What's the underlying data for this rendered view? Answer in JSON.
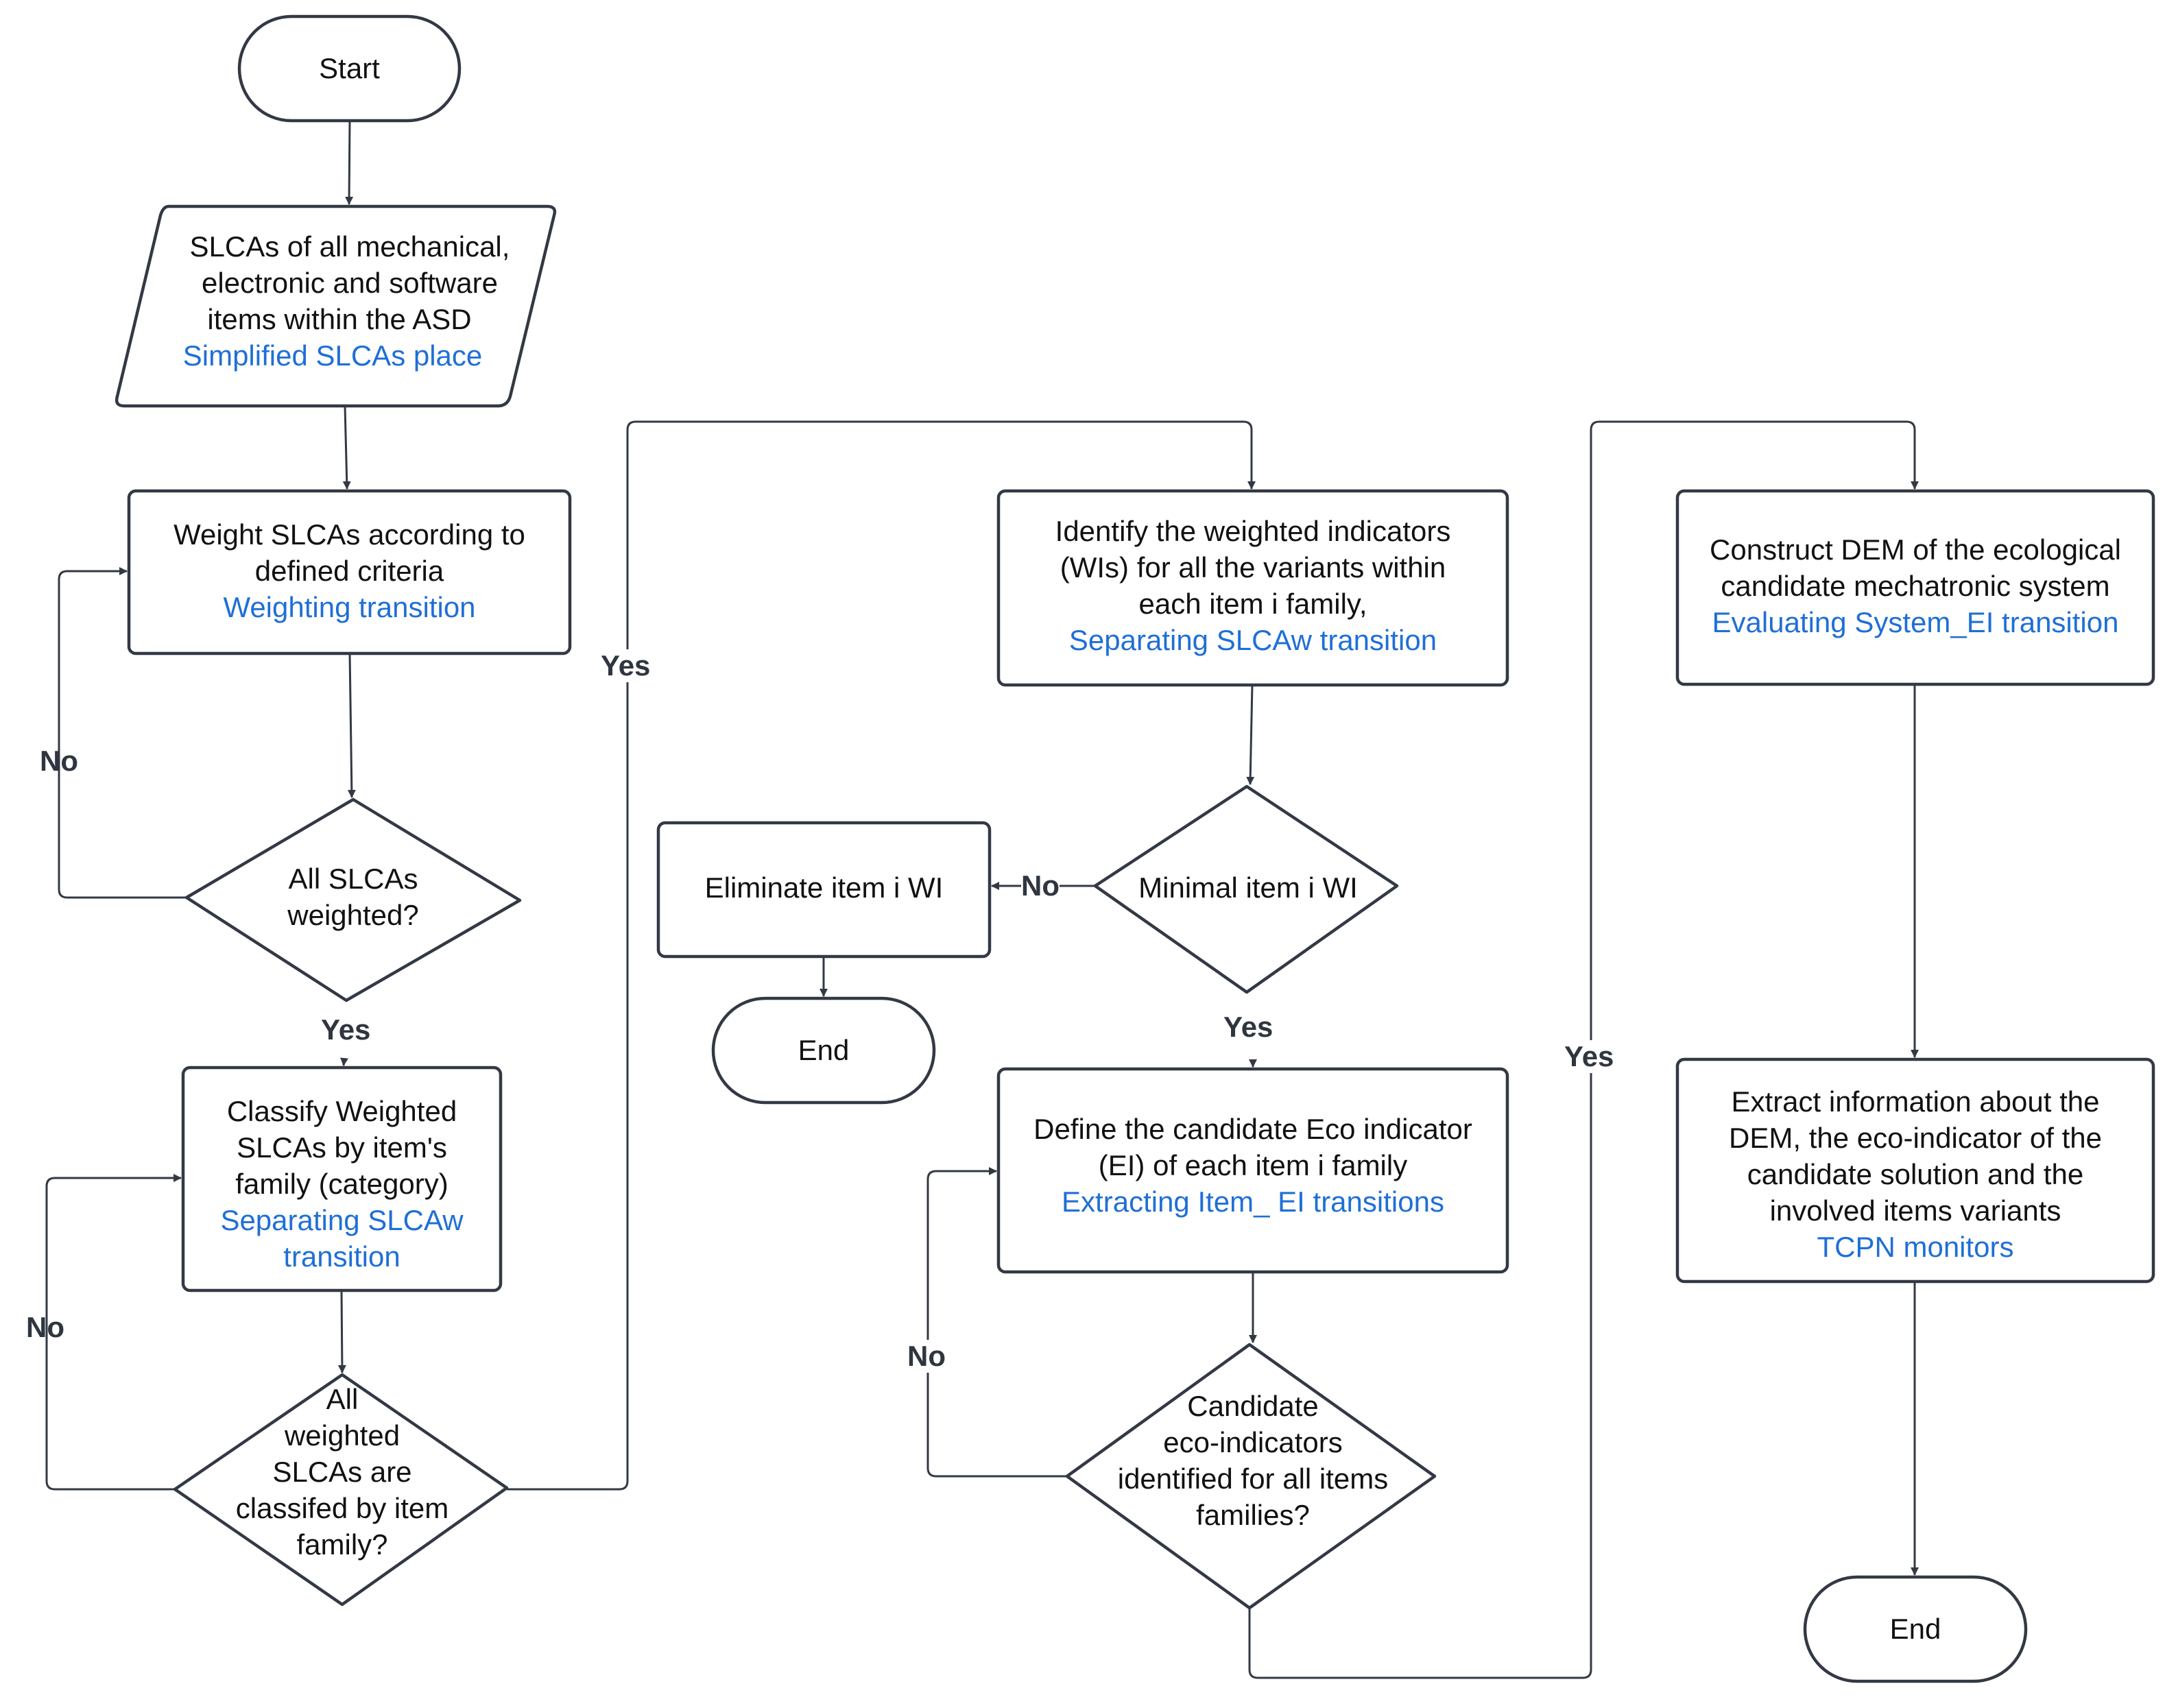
{
  "colors": {
    "stroke": "#333944",
    "text": "#111111",
    "link": "#1f6fd6",
    "label": "#2f3640"
  },
  "nodes": {
    "start": {
      "text": "Start"
    },
    "slca_all": {
      "line1": "SLCAs of all mechanical,",
      "line2": "electronic and software",
      "line3": "items within the ASD",
      "link": "Simplified SLCAs place"
    },
    "weight": {
      "line1": "Weight SLCAs according to",
      "line2": "defined criteria",
      "link": "Weighting transition"
    },
    "all_weighted": {
      "line1": "All SLCAs",
      "line2": "weighted?"
    },
    "classify": {
      "line1": "Classify Weighted",
      "line2": "SLCAs by item's",
      "line3": "family (category)",
      "link1": "Separating SLCAw",
      "link2": "transition"
    },
    "all_classified": {
      "line1": "All",
      "line2": "weighted",
      "line3": "SLCAs  are",
      "line4": "classifed by item",
      "line5": "family?"
    },
    "identify": {
      "line1": "Identify  the weighted indicators",
      "line2": "(WIs)  for all the variants within",
      "line3": "each item i  family,",
      "link": "Separating SLCAw transition"
    },
    "minimal": {
      "text": "Minimal item i WI"
    },
    "eliminate": {
      "text": "Eliminate item i WI"
    },
    "end1": {
      "text": "End"
    },
    "define": {
      "line1": "Define the  candidate Eco indicator",
      "line2": "(EI) of each item i  family",
      "link": "Extracting Item_ EI transitions"
    },
    "candidate": {
      "line1": "Candidate",
      "line2": "eco-indicators",
      "line3": "identified  for all items",
      "line4": "families?"
    },
    "construct": {
      "line1": "Construct DEM of the ecological",
      "line2": "candidate mechatronic system",
      "link": "Evaluating System_EI transition"
    },
    "extract": {
      "line1": "Extract information about the",
      "line2": "DEM, the eco-indicator of the",
      "line3": "candidate solution  and the",
      "line4": "involved items variants",
      "link": "TCPN monitors"
    },
    "end2": {
      "text": "End"
    }
  },
  "edge_labels": {
    "no_weighted": "No",
    "yes_weighted": "Yes",
    "no_classified": "No",
    "yes_classified": "Yes",
    "no_minimal": "No",
    "yes_minimal": "Yes",
    "no_candidate": "No",
    "yes_candidate": "Yes"
  }
}
